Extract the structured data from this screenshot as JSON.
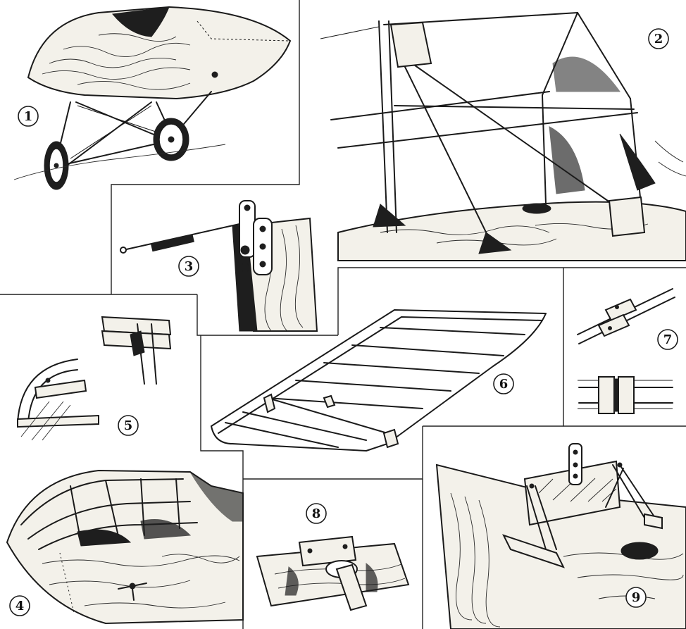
{
  "figure": {
    "panels": [
      {
        "id": "p1",
        "number": "1",
        "subject": "landing-gear"
      },
      {
        "id": "p2",
        "number": "2",
        "subject": "cabane-frame"
      },
      {
        "id": "p3",
        "number": "3",
        "subject": "wire-turnbuckle-fitting"
      },
      {
        "id": "p4",
        "number": "4",
        "subject": "nose-frame"
      },
      {
        "id": "p5",
        "number": "5",
        "subject": "rib-joints"
      },
      {
        "id": "p6",
        "number": "6",
        "subject": "wing-frame"
      },
      {
        "id": "p7",
        "number": "7",
        "subject": "splice-plates"
      },
      {
        "id": "p8",
        "number": "8",
        "subject": "spar-clamp"
      },
      {
        "id": "p9",
        "number": "9",
        "subject": "seat-frame"
      }
    ],
    "colors": {
      "ink": "#1a1a1a",
      "paper": "#ffffff",
      "wood_fill": "#f3f1ea"
    }
  }
}
